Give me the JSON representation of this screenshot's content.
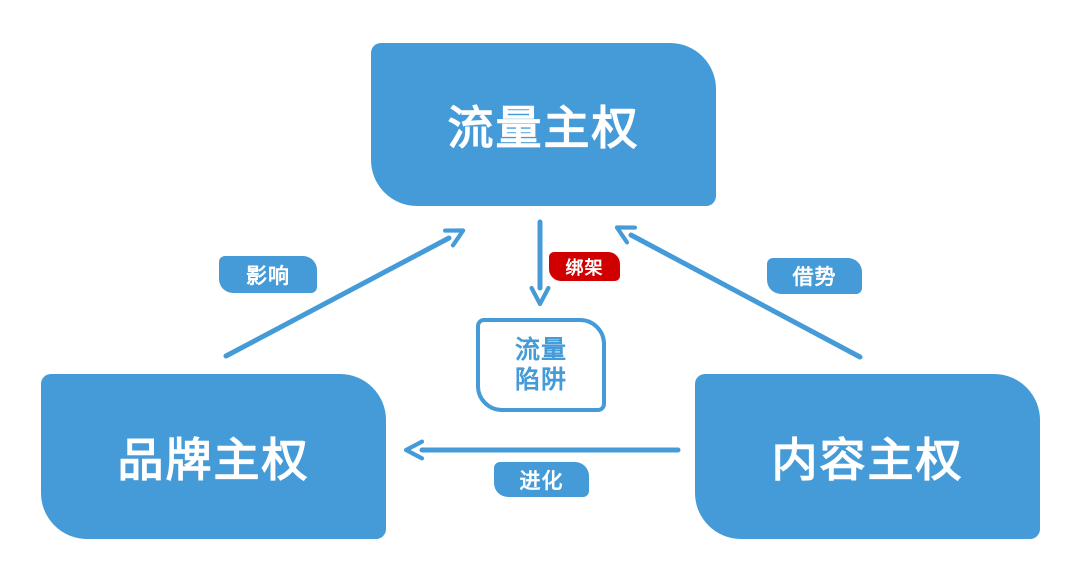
{
  "colors": {
    "node_blue": "#459BD7",
    "hijack_red": "#D00000",
    "text_white": "#FFFFFF",
    "background": "#FFFFFF"
  },
  "nodes": {
    "traffic": {
      "label": "流量主权"
    },
    "brand": {
      "label": "品牌主权"
    },
    "content": {
      "label": "内容主权"
    },
    "trap": {
      "lines": [
        "流量",
        "陷阱"
      ]
    }
  },
  "edges": {
    "influence": {
      "label": "影响",
      "from": "品牌主权",
      "to": "流量主权"
    },
    "hijack": {
      "label": "绑架",
      "from": "流量主权",
      "to": "流量陷阱"
    },
    "leverage": {
      "label": "借势",
      "from": "内容主权",
      "to": "流量主权"
    },
    "evolution": {
      "label": "进化",
      "from": "内容主权",
      "to": "品牌主权"
    }
  }
}
